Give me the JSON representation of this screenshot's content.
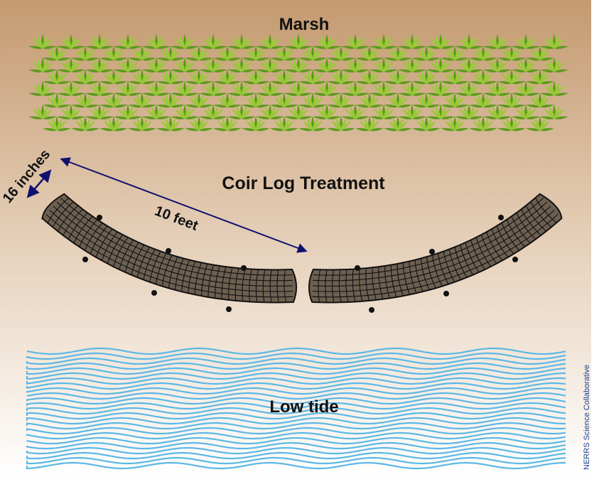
{
  "labels": {
    "marsh": "Marsh",
    "treatment": "Coir Log Treatment",
    "low_tide": "Low tide",
    "dimension_width": "16 inches",
    "dimension_length": "10 feet",
    "credit": "NERRS Science Collaborative"
  },
  "colors": {
    "sand_top": "#c49a70",
    "sand_bottom": "#ffffff",
    "plant_dark": "#5a9a1a",
    "plant_light": "#9bc93a",
    "coir_fill": "#6d6050",
    "coir_line": "#111111",
    "water": "#5bb8e6",
    "arrow": "#10106e"
  },
  "icons": [
    "marsh-plant-icon",
    "coir-log-icon",
    "stake-icon",
    "wave-icon",
    "double-arrow-icon"
  ]
}
